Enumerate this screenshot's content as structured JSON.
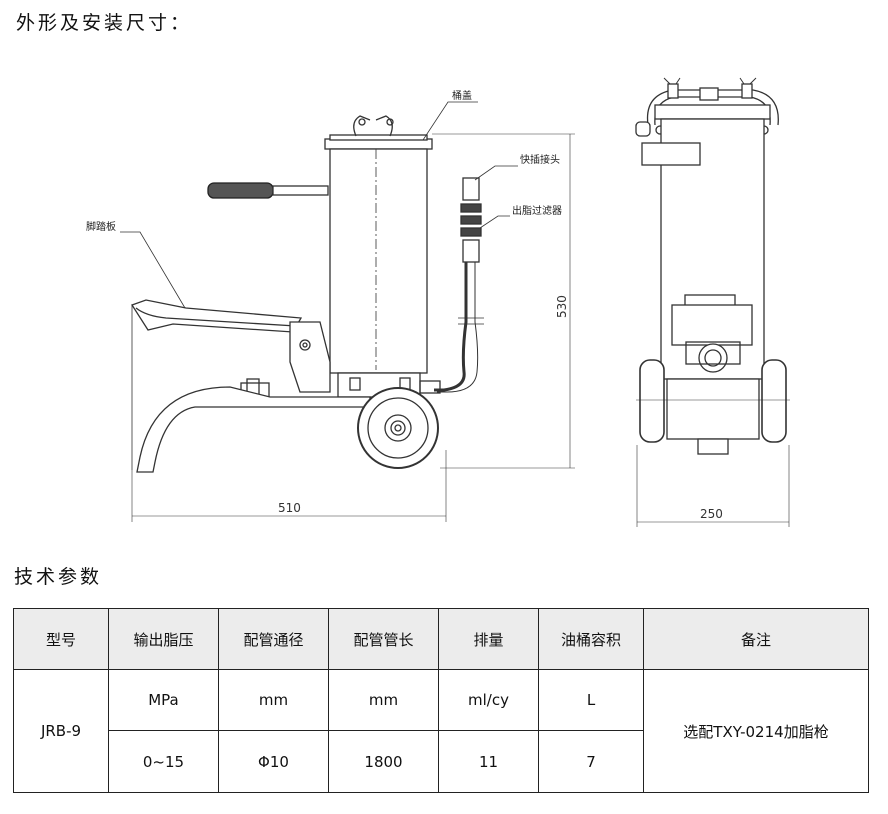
{
  "section_titles": {
    "dimensions": "外形及安装尺寸：",
    "specs": "技术参数"
  },
  "drawing_labels": {
    "lid": "桶盖",
    "quick_coupler": "快插接头",
    "filter": "出脂过滤器",
    "pedal": "脚踏板",
    "height_dim": "530",
    "length_dim": "510",
    "width_dim": "250"
  },
  "table": {
    "headers": [
      "型号",
      "输出脂压",
      "配管通径",
      "配管管长",
      "排量",
      "油桶容积",
      "备注"
    ],
    "model": "JRB-9",
    "units": [
      "MPa",
      "mm",
      "mm",
      "ml/cy",
      "L"
    ],
    "values": [
      "0~15",
      "Φ10",
      "1800",
      "11",
      "7"
    ],
    "remark": "选配TXY-0214加脂枪"
  }
}
